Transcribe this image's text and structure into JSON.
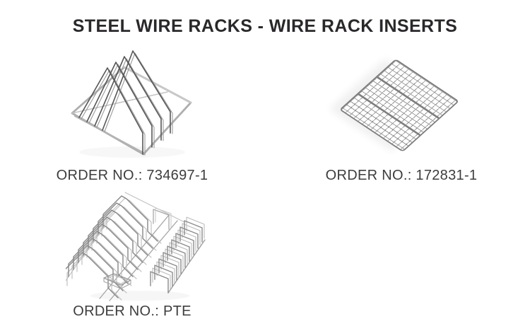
{
  "page": {
    "title": "STEEL WIRE RACKS - WIRE RACK INSERTS"
  },
  "theme": {
    "background": "#ffffff",
    "title_color": "#2a282b",
    "caption_color": "#3d3d3d",
    "wire_color": "#8f8f8f",
    "wire_dark": "#565656",
    "wire_light": "#b8b8b8",
    "grid_frame_color": "#7c7c7c"
  },
  "products": [
    {
      "image": "wire-rack-with-divider-fins",
      "order_label": "ORDER NO.: 734697-1"
    },
    {
      "image": "flat-wire-grid-insert",
      "order_label": "ORDER NO.: 172831-1"
    },
    {
      "image": "zigzag-plate-rack-insert",
      "order_label": "ORDER NO.: PTE"
    }
  ]
}
